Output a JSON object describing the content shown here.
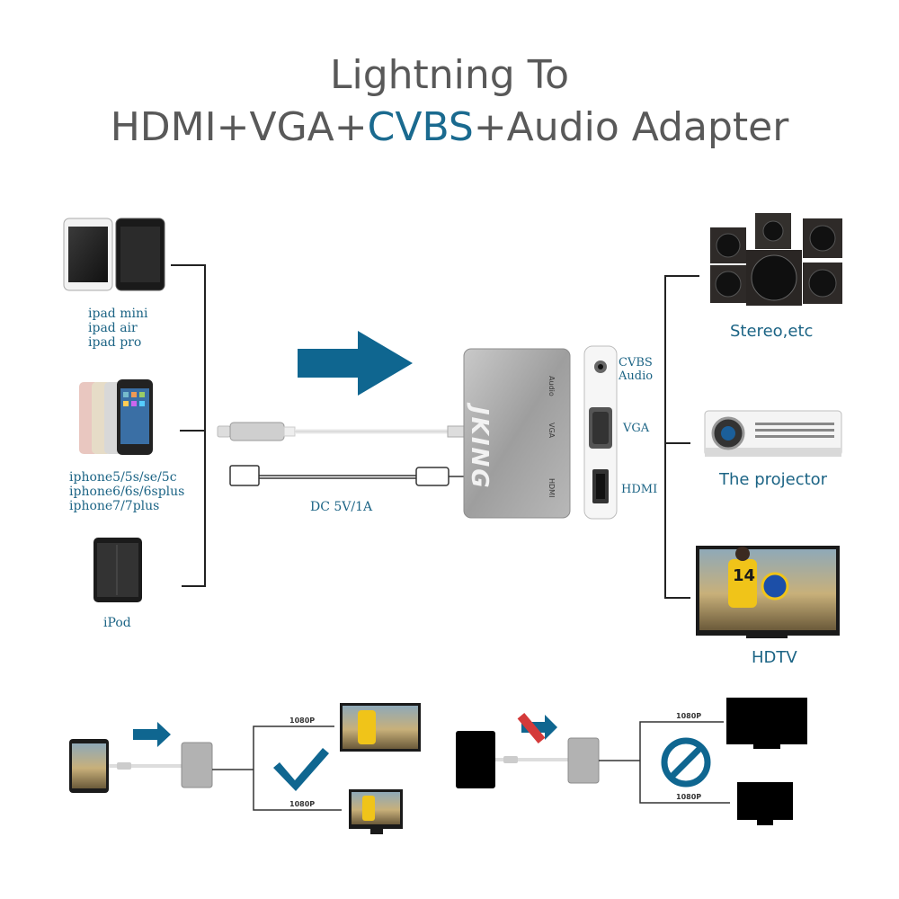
{
  "title": {
    "line1": "Lightning To",
    "line2_a": "HDMI+VGA+",
    "line2_accent": "CVBS",
    "line2_b": "+Audio Adapter",
    "accent_color": "#1a6a8f"
  },
  "sources": [
    {
      "name": "ipad",
      "lines": [
        "ipad mini",
        "ipad air",
        "ipad pro"
      ]
    },
    {
      "name": "iphone",
      "lines": [
        "iphone5/5s/se/5c",
        "iphone6/6s/6splus",
        "iphone7/7plus"
      ]
    },
    {
      "name": "ipod",
      "lines": [
        "iPod"
      ]
    }
  ],
  "adapter": {
    "brand": "JKING",
    "ports": [
      "Audio",
      "VGA",
      "HDMI"
    ],
    "port_labels": {
      "cvbs": "CVBS",
      "audio": "Audio",
      "vga": "VGA",
      "hdmi": "HDMI"
    },
    "power": "DC 5V/1A"
  },
  "outputs": [
    {
      "name": "stereo",
      "label": "Stereo,etc"
    },
    {
      "name": "projector",
      "label": "The projector"
    },
    {
      "name": "hdtv",
      "label": "HDTV",
      "jersey": "14"
    }
  ],
  "examples": {
    "left": {
      "top_res": "1080P",
      "bottom_res": "1080P",
      "status": "check-icon"
    },
    "right": {
      "top_res": "1080P",
      "bottom_res": "1080P",
      "status": "prohibited-icon"
    }
  },
  "colors": {
    "arrow": "#0f6690",
    "lines": "#222222",
    "text": "#1c6485"
  }
}
